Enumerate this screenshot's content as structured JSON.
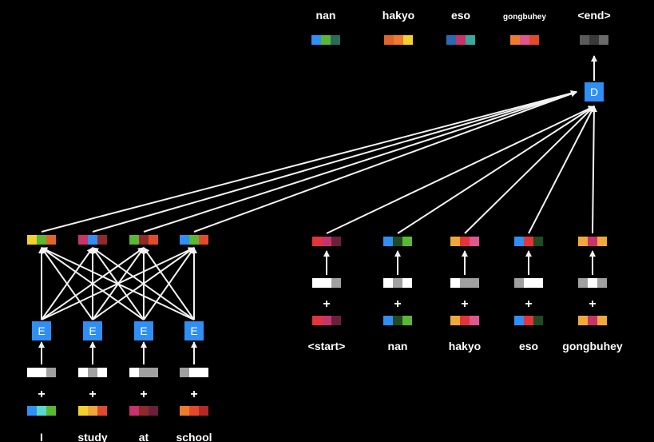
{
  "colors": {
    "background": "#000000",
    "arrow": "#f2f2f2",
    "block": "#2f8ff5"
  },
  "encoder": {
    "tokens": [
      "I",
      "study",
      "at",
      "school"
    ],
    "block_label": "E",
    "plus": "+",
    "embeddings": [
      [
        "#2f8ff5",
        "#5ad8d0",
        "#5bb832"
      ],
      [
        "#f4d02c",
        "#f1a83a",
        "#e04a2e"
      ],
      [
        "#c8336a",
        "#8e2a2a",
        "#6a1f3c"
      ],
      [
        "#ef7a30",
        "#e44a2a",
        "#b52828"
      ]
    ],
    "positions": [
      [
        "#ffffff",
        "#ffffff",
        "#a0a0a0"
      ],
      [
        "#ffffff",
        "#a0a0a0",
        "#ffffff"
      ],
      [
        "#ffffff",
        "#a0a0a0",
        "#a0a0a0"
      ],
      [
        "#a0a0a0",
        "#ffffff",
        "#ffffff"
      ]
    ],
    "outputs": [
      [
        "#f4d02c",
        "#5bb832",
        "#e0652a"
      ],
      [
        "#c8336a",
        "#2f8ff5",
        "#8e2a2a"
      ],
      [
        "#5bb832",
        "#8e2a2a",
        "#e44a2a"
      ],
      [
        "#2f8ff5",
        "#5bb832",
        "#e44a2a"
      ]
    ]
  },
  "decoder": {
    "block_label": "D",
    "plus": "+",
    "inputs": [
      "<start>",
      "nan",
      "hakyo",
      "eso",
      "gongbuhey"
    ],
    "outputs": [
      "nan",
      "hakyo",
      "eso",
      "gongbuhey",
      "<end>"
    ],
    "input_embeddings": [
      [
        "#e4333a",
        "#c8336a",
        "#6a1f3c"
      ],
      [
        "#2f8ff5",
        "#1f4a22",
        "#5bb832"
      ],
      [
        "#f1a83a",
        "#e4333a",
        "#e2558f"
      ],
      [
        "#2f8ff5",
        "#e4333a",
        "#1f4a22"
      ],
      [
        "#f1a83a",
        "#c8336a",
        "#f1a83a"
      ]
    ],
    "input_positions": [
      [
        "#ffffff",
        "#ffffff",
        "#a0a0a0"
      ],
      [
        "#ffffff",
        "#a0a0a0",
        "#ffffff"
      ],
      [
        "#ffffff",
        "#a0a0a0",
        "#a0a0a0"
      ],
      [
        "#a0a0a0",
        "#ffffff",
        "#ffffff"
      ],
      [
        "#a0a0a0",
        "#ffffff",
        "#a0a0a0"
      ]
    ],
    "states": [
      [
        "#e4333a",
        "#c8336a",
        "#6a1f3c"
      ],
      [
        "#2f8ff5",
        "#1f4a22",
        "#5bb832"
      ],
      [
        "#f1a83a",
        "#e4333a",
        "#e2558f"
      ],
      [
        "#2f8ff5",
        "#e4333a",
        "#1f4a22"
      ],
      [
        "#f1a83a",
        "#c8336a",
        "#f1a83a"
      ]
    ],
    "output_embeddings": [
      [
        "#2f8ff5",
        "#5bb832",
        "#2a6a5a"
      ],
      [
        "#e0652a",
        "#ef7a30",
        "#f4d02c"
      ],
      [
        "#2a6ab5",
        "#c8336a",
        "#3aa89a"
      ],
      [
        "#ef7a30",
        "#e2558f",
        "#e44a2a"
      ],
      [
        "#5a5a5a",
        "#3a3a3a",
        "#6a6a6a"
      ]
    ]
  }
}
